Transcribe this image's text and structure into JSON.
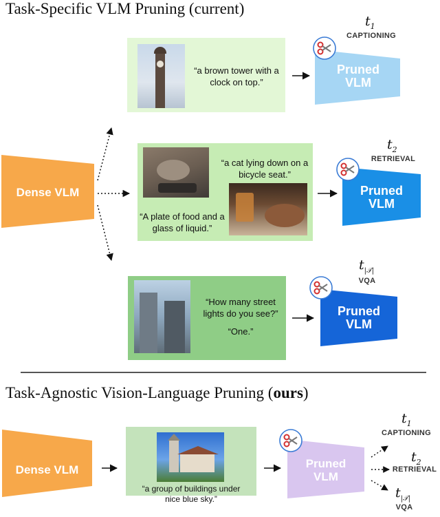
{
  "top_title": "Task-Specific VLM Pruning (current)",
  "bottom_title_prefix": "Task-Agnostic Vision-Language Pruning (",
  "bottom_title_bold": "ours",
  "bottom_title_suffix": ")",
  "dense_label": "Dense VLM",
  "pruned_label": "Pruned VLM",
  "captions": {
    "tower": "“a brown tower with a clock on top.”",
    "cat": "“a cat lying down on a bicycle seat.”",
    "food": "“A plate of food and a glass of liquid.”",
    "street_q": "“How many street lights do you see?”",
    "street_a": "“One.”",
    "church": "“a group of buildings under nice blue sky.”"
  },
  "tasks": {
    "t1_symbol": "t",
    "t1_sub": "1",
    "t1_name": "CAPTIONING",
    "t2_symbol": "t",
    "t2_sub": "2",
    "t2_name": "RETRIEVAL",
    "t3_symbol": "t",
    "t3_sub": "|𝒯|",
    "t3_name": "VQA"
  },
  "colors": {
    "dense": "#f7a84a",
    "pruned_light": "#a6d6f4",
    "pruned_mid": "#1a8fe6",
    "pruned_dark": "#1565d8",
    "pruned_purple": "#d9c6ef",
    "panel_light": "#e3f7d6",
    "panel_mid": "#c6ecb4",
    "panel_dark": "#8fcd86",
    "panel_bottom": "#c4e3bb"
  },
  "icons": [
    "scissors-icon",
    "arrow-icon"
  ]
}
